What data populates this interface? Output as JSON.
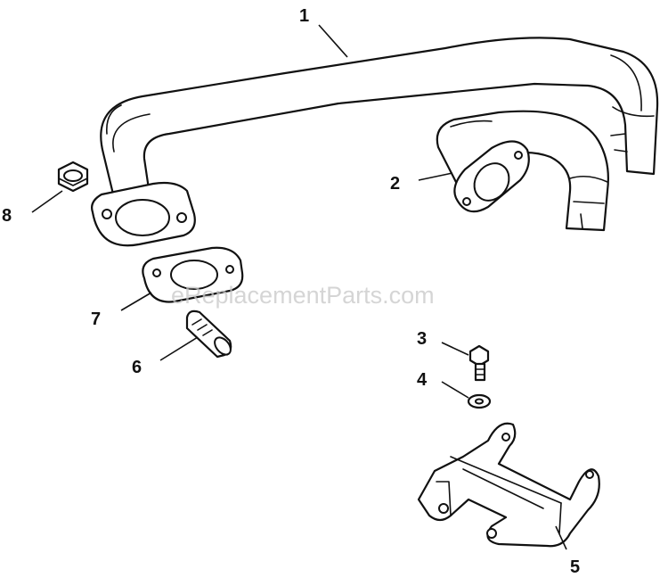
{
  "diagram": {
    "watermark": "eReplacementParts.com",
    "callouts": [
      {
        "id": "1",
        "label": "1"
      },
      {
        "id": "2",
        "label": "2"
      },
      {
        "id": "3",
        "label": "3"
      },
      {
        "id": "4",
        "label": "4"
      },
      {
        "id": "5",
        "label": "5"
      },
      {
        "id": "6",
        "label": "6"
      },
      {
        "id": "7",
        "label": "7"
      },
      {
        "id": "8",
        "label": "8"
      }
    ],
    "colors": {
      "line": "#111111",
      "background": "#ffffff",
      "watermark": "#c8c8c8"
    }
  }
}
